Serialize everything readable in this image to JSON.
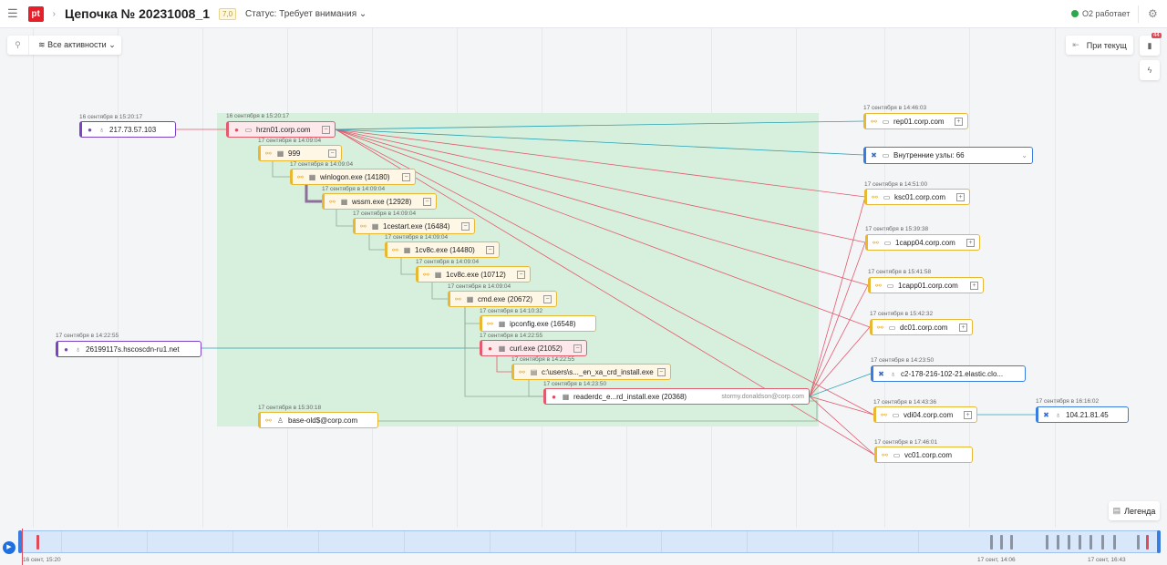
{
  "header": {
    "title": "Цепочка № 20231008_1",
    "score": "7,0",
    "status": "Статус: Требует внимания",
    "o2_status": "O2 работает",
    "logo": "pt"
  },
  "toolbar": {
    "filter": "Все активности",
    "current": "При текущ",
    "notif_count": "44",
    "legend": "Легенда"
  },
  "colors": {
    "accent": "#1f6fe0",
    "danger": "#e04a5a",
    "warning": "#e8b832",
    "external": "#7b44c4",
    "group": "#3a7de0",
    "chain_bg": "#d7f0dd"
  },
  "nodes": [
    {
      "ts": "16 сентября в 15:20:17",
      "label": "217.73.57.103"
    },
    {
      "ts": "16 сентября в 15:20:17",
      "label": "hrzn01.corp.com"
    },
    {
      "ts": "17 сентября в 14:09:04",
      "label": "999"
    },
    {
      "ts": "17 сентября в 14:09:04",
      "label": "winlogon.exe (14180)"
    },
    {
      "ts": "17 сентября в 14:09:04",
      "label": "wssm.exe (12928)"
    },
    {
      "ts": "17 сентября в 14:09:04",
      "label": "1cestart.exe (16484)"
    },
    {
      "ts": "17 сентября в 14:09:04",
      "label": "1cv8c.exe (14480)"
    },
    {
      "ts": "17 сентября в 14:09:04",
      "label": "1cv8c.exe (10712)"
    },
    {
      "ts": "17 сентября в 14:09:04",
      "label": "cmd.exe (20672)"
    },
    {
      "ts": "17 сентября в 14:10:32",
      "label": "ipconfig.exe (16548)"
    },
    {
      "ts": "17 сентября в 14:22:55",
      "label": "curl.exe (21052)"
    },
    {
      "ts": "17 сентября в 14:22:55",
      "label": "c:\\users\\s..._en_xa_crd_install.exe"
    },
    {
      "ts": "17 сентября в 14:23:50",
      "label": "readerdc_e...rd_install.exe (20368)",
      "user": "stormy.donaldson@corp.com"
    },
    {
      "ts": "17 сентября в 15:30:18",
      "label": "base-old$@corp.com"
    },
    {
      "ts": "17 сентября в 14:22:55",
      "label": "26199117s.hscoscdn-ru1.net"
    },
    {
      "ts": "17 сентября в 14:46:03",
      "label": "rep01.corp.com"
    },
    {
      "ts": "",
      "label": "Внутренние узлы: 66"
    },
    {
      "ts": "17 сентября в 14:51:00",
      "label": "ksc01.corp.com"
    },
    {
      "ts": "17 сентября в 15:39:38",
      "label": "1capp04.corp.com"
    },
    {
      "ts": "17 сентября в 15:41:58",
      "label": "1capp01.corp.com"
    },
    {
      "ts": "17 сентября в 15:42:32",
      "label": "dc01.corp.com"
    },
    {
      "ts": "17 сентября в 14:23:50",
      "label": "c2-178-216-102-21.elastic.clo..."
    },
    {
      "ts": "17 сентября в 14:43:36",
      "label": "vdi04.corp.com"
    },
    {
      "ts": "17 сентября в 16:16:02",
      "label": "104.21.81.45"
    },
    {
      "ts": "17 сентября в 17:46:01",
      "label": "vc01.corp.com"
    }
  ],
  "timeline": {
    "labels": [
      "16 сент, 15:20",
      "17 сент, 14:06",
      "17 сент, 16:43"
    ]
  }
}
